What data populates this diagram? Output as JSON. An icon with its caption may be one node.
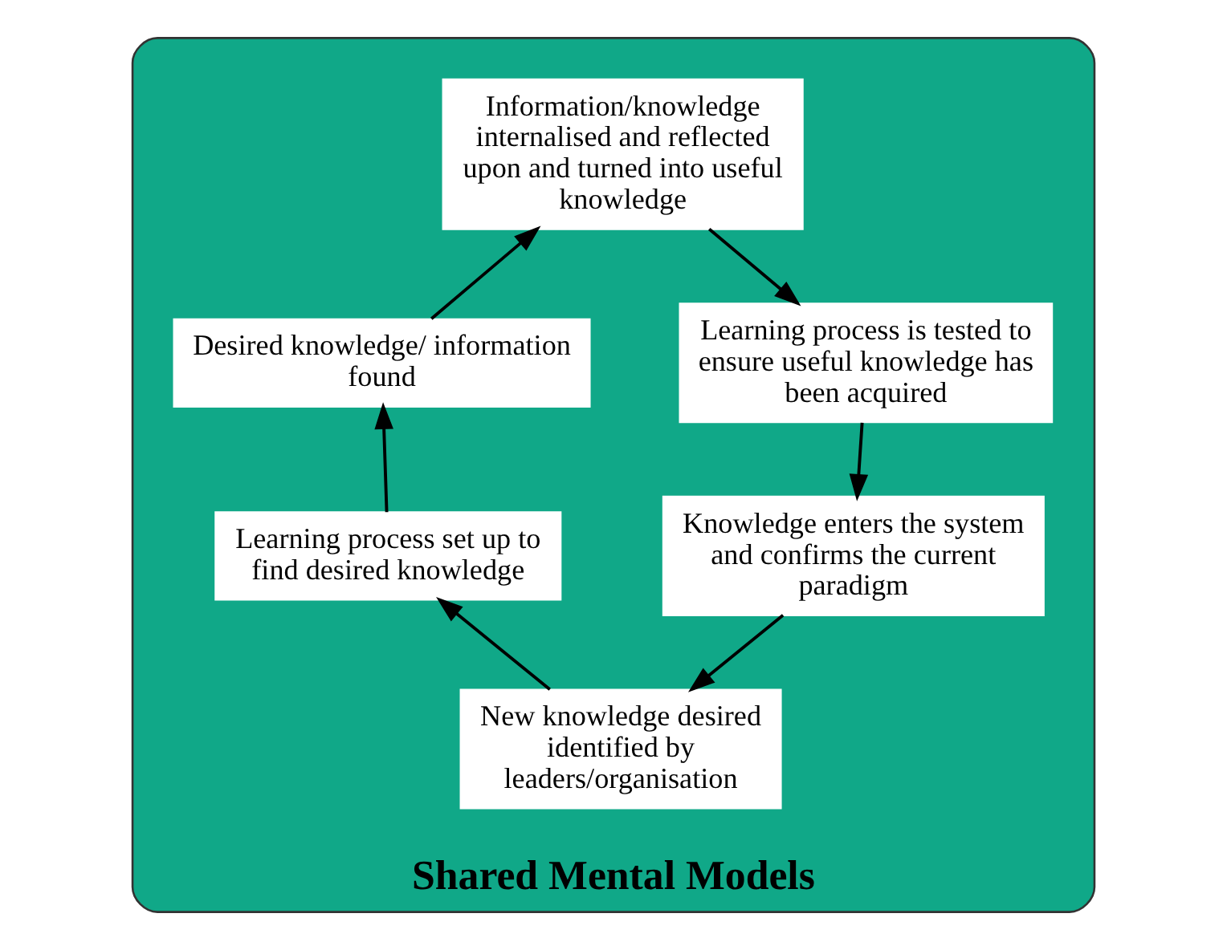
{
  "diagram": {
    "nodes": [
      {
        "text": [
          "Shared Mental Models"
        ]
      },
      {
        "text": [
          "Information/knowledge internalised and reflected upon and turned into useful knowledge"
        ],
        "in": 0
      },
      {
        "text": [
          "Desired knowledge/ information found"
        ],
        "in": 0
      },
      {
        "text": [
          "Learning process is tested to ensure useful knowledge has been acquired"
        ],
        "in": 0
      },
      {
        "text": [
          "Learning process set up to find desired knowledge"
        ],
        "in": 0
      },
      {
        "text": [
          "Knowledge enters the system and confirms the current paradigm"
        ],
        "in": 0
      },
      {
        "text": [
          "New knowledge desired identified by leaders/organisation"
        ],
        "in": 0
      }
    ],
    "edges": [
      {
        "from": 1,
        "to": 3,
        "arrow": "to"
      },
      {
        "from": 3,
        "to": 5,
        "arrow": "to"
      },
      {
        "from": 5,
        "to": 6,
        "arrow": "to"
      },
      {
        "from": 6,
        "to": 4,
        "arrow": "to"
      },
      {
        "from": 4,
        "to": 2,
        "arrow": "to"
      },
      {
        "from": 2,
        "to": 1,
        "arrow": "to"
      }
    ]
  }
}
